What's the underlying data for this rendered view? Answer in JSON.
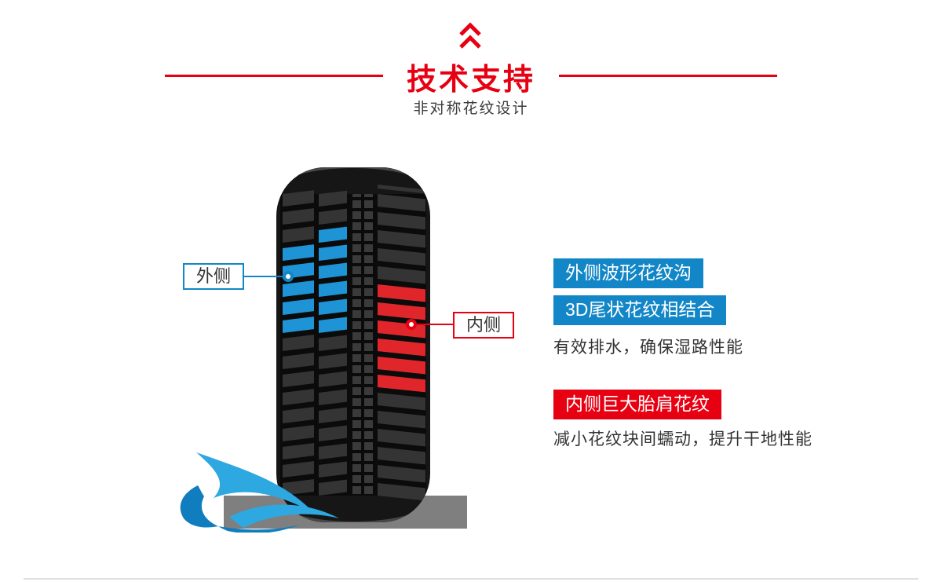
{
  "colors": {
    "accent_red": "#e60012",
    "accent_blue": "#1286c6",
    "water_light": "#2ea8e0",
    "water_dark": "#0f7dbe",
    "ground_gray": "#7f7f7f",
    "text_dark": "#333333"
  },
  "header": {
    "chevron_icon": "double-chevron-up",
    "title": "技术支持",
    "subtitle": "非对称花纹设计"
  },
  "diagram": {
    "tire_icon": "tire-tread-front-view",
    "water_icon": "water-splash",
    "outer_label": "外侧",
    "inner_label": "内侧",
    "outer_highlight_color": "#1e93d6",
    "inner_highlight_color": "#e0262b"
  },
  "features": {
    "outer_badge_1": "外侧波形花纹沟",
    "outer_badge_2": "3D尾状花纹相结合",
    "outer_description": "有效排水，确保湿路性能",
    "inner_badge": "内侧巨大胎肩花纹",
    "inner_description": "减小花纹块间蠕动，提升干地性能"
  }
}
